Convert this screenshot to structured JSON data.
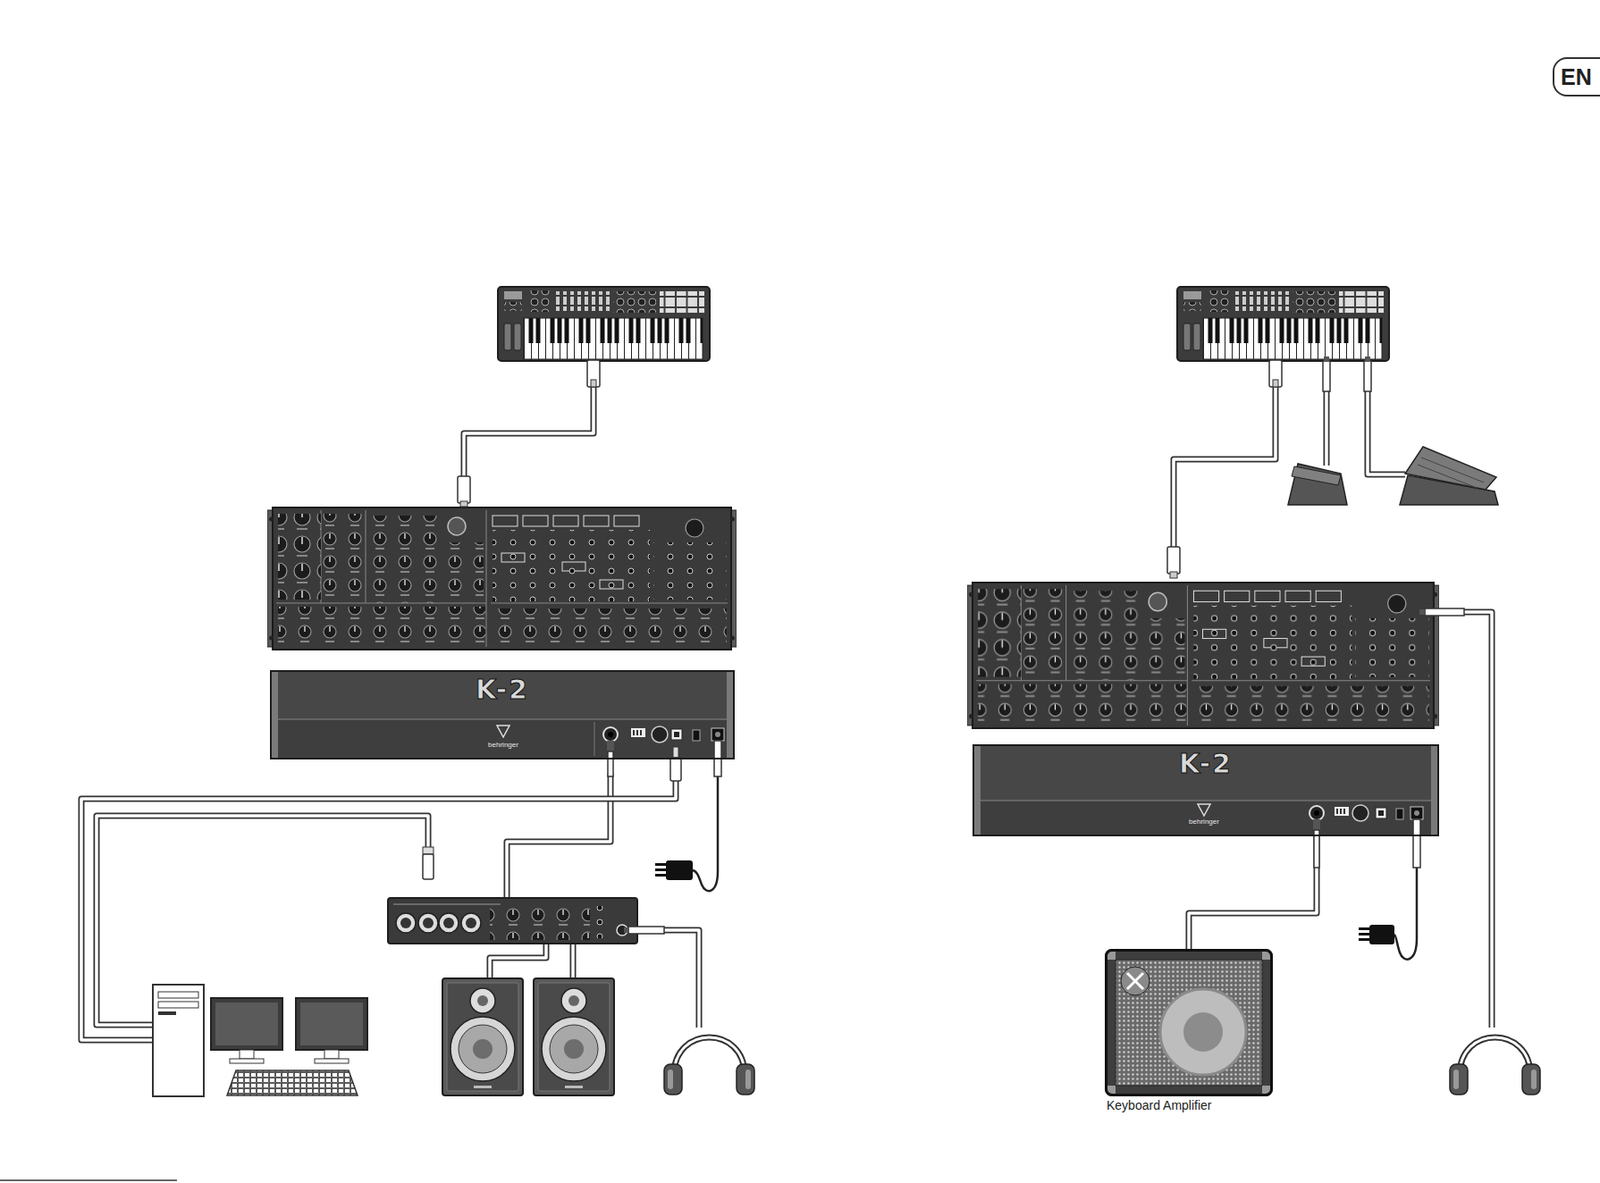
{
  "diagram": {
    "nodes": [
      {
        "text": [
          "EN"
        ]
      },
      {
        "text": [
          "K-2"
        ]
      },
      {
        "text": [
          "K-2"
        ]
      },
      {
        "text": [
          "Keyboard Amplifier"
        ]
      }
    ],
    "edges": [
      {
        "from": 2,
        "to": 3,
        "arrow": "none"
      }
    ],
    "labels": [
      "behringer",
      "behringer"
    ]
  }
}
